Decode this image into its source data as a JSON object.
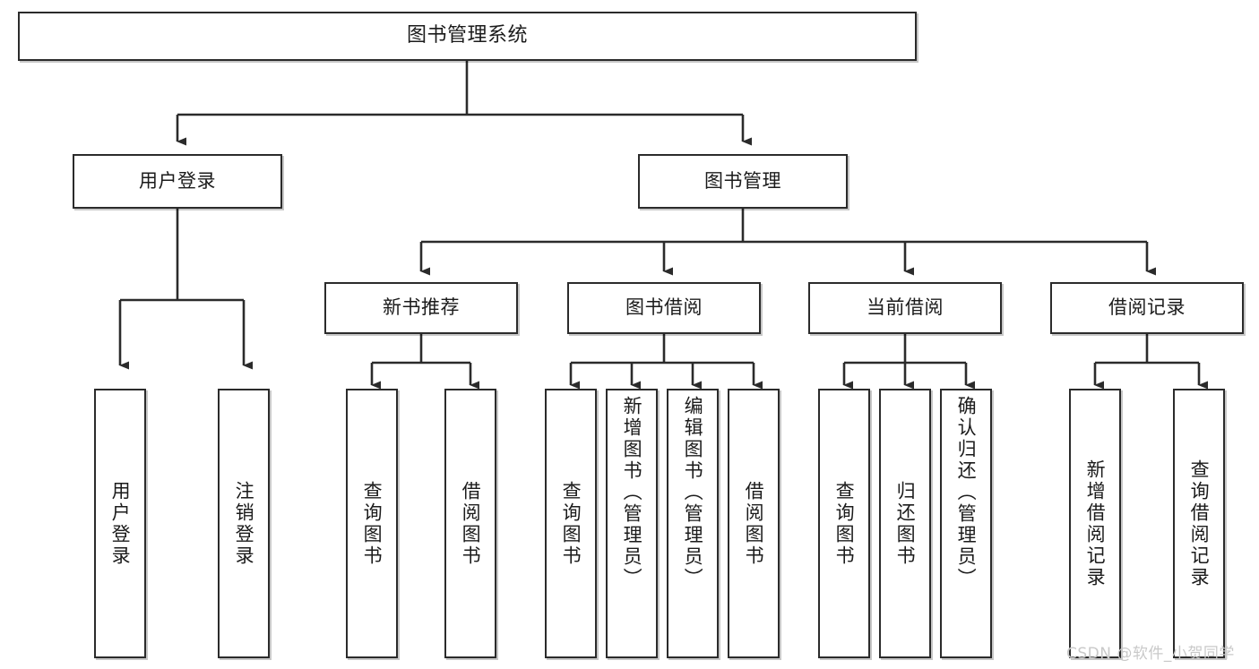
{
  "diagram": {
    "type": "tree",
    "title": "图书管理系统",
    "root": {
      "label": "图书管理系统"
    },
    "level2": [
      {
        "label": "用户登录"
      },
      {
        "label": "图书管理"
      }
    ],
    "level3": [
      {
        "label": "新书推荐"
      },
      {
        "label": "图书借阅"
      },
      {
        "label": "当前借阅"
      },
      {
        "label": "借阅记录"
      }
    ],
    "leaves": {
      "user_login": [
        {
          "label": "用户登录"
        },
        {
          "label": "注销登录"
        }
      ],
      "new_book_recommend": [
        {
          "label": "查询图书"
        },
        {
          "label": "借阅图书"
        }
      ],
      "book_borrow": [
        {
          "label": "查询图书"
        },
        {
          "label": "新增图书（管理员）"
        },
        {
          "label": "编辑图书（管理员）"
        },
        {
          "label": "借阅图书"
        }
      ],
      "current_borrow": [
        {
          "label": "查询图书"
        },
        {
          "label": "归还图书"
        },
        {
          "label": "确认归还（管理员）"
        }
      ],
      "borrow_record": [
        {
          "label": "新增借阅记录"
        },
        {
          "label": "查询借阅记录"
        }
      ]
    }
  },
  "watermark": {
    "text": "CSDN @软件_小贺同学"
  },
  "colors": {
    "stroke": "#2b2b2b",
    "box_fill": "#ffffff",
    "text": "#1b1b1b",
    "watermark": "#c9c9c9",
    "page_background": "#ffffff"
  }
}
